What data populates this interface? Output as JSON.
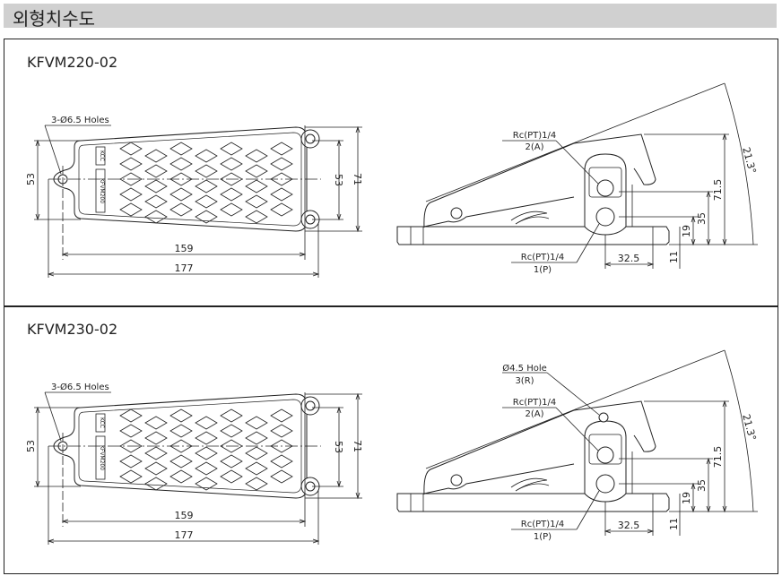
{
  "header": {
    "title": "외형치수도"
  },
  "panels": [
    {
      "model": "KFVM220-02",
      "top_view": {
        "holes_label": "3-Ø6.5 Holes",
        "dim_left": "53",
        "dim_right": "53",
        "dim_height": "71",
        "dim_159": "159",
        "dim_177": "177",
        "plate_text_1": "KCC",
        "plate_text_2": "KFVM200"
      },
      "side_view": {
        "port_a_1": "Rc(PT)1/4",
        "port_a_2": "2(A)",
        "port_p_1": "Rc(PT)1/4",
        "port_p_2": "1(P)",
        "dim_71_5": "71.5",
        "dim_35": "35",
        "dim_19": "19",
        "dim_11": "11",
        "dim_32_5": "32.5",
        "angle": "21.3°"
      }
    },
    {
      "model": "KFVM230-02",
      "top_view": {
        "holes_label": "3-Ø6.5 Holes",
        "dim_left": "53",
        "dim_right": "53",
        "dim_height": "71",
        "dim_159": "159",
        "dim_177": "177",
        "plate_text_1": "KCC",
        "plate_text_2": "KFVM200"
      },
      "side_view": {
        "port_r_1": "Ø4.5 Hole",
        "port_r_2": "3(R)",
        "port_a_1": "Rc(PT)1/4",
        "port_a_2": "2(A)",
        "port_p_1": "Rc(PT)1/4",
        "port_p_2": "1(P)",
        "dim_71_5": "71.5",
        "dim_35": "35",
        "dim_19": "19",
        "dim_11": "11",
        "dim_32_5": "32.5",
        "angle": "21.3°"
      }
    }
  ]
}
